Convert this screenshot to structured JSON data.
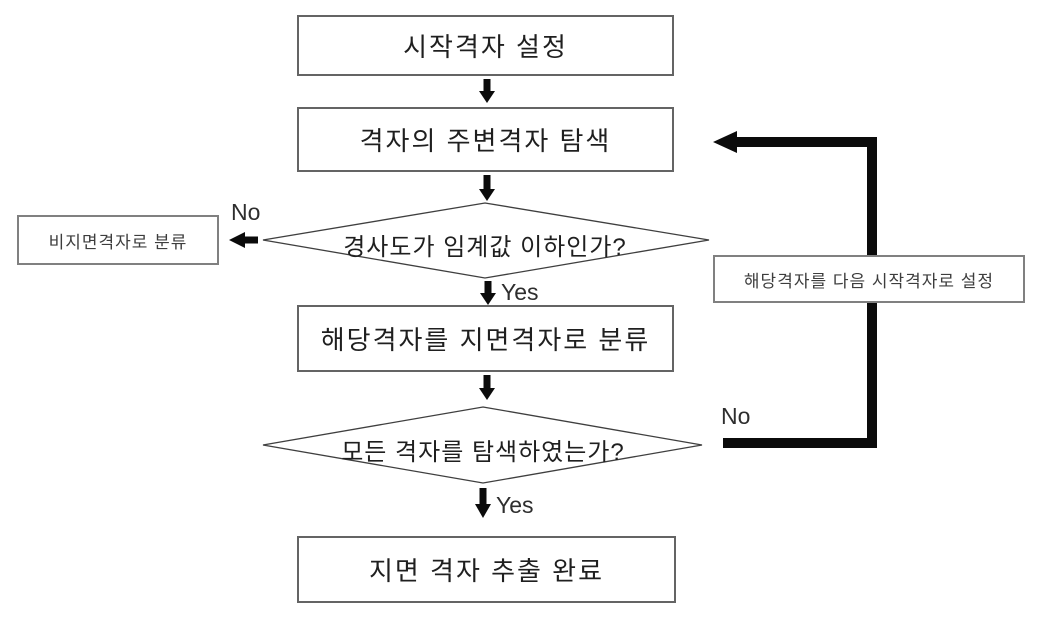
{
  "flowchart": {
    "nodes": {
      "start": "시작격자 설정",
      "search_neighbors": "격자의 주변격자 탐색",
      "decision_slope": "경사도가 임계값 이하인가?",
      "classify_non_ground": "비지면격자로 분류",
      "classify_ground": "해당격자를 지면격자로 분류",
      "decision_all_searched": "모든 격자를 탐색하였는가?",
      "set_next_start": "해당격자를 다음 시작격자로 설정",
      "complete": "지면 격자 추출 완료"
    },
    "edge_labels": {
      "slope_no": "No",
      "slope_yes": "Yes",
      "all_no": "No",
      "all_yes": "Yes"
    },
    "colors": {
      "background": "#ffffff",
      "box_border": "#646464",
      "small_box_border": "#808080",
      "diamond_stroke": "#3f3f3f",
      "arrow": "#0b0b0b",
      "text": "#1f1f1f"
    }
  }
}
